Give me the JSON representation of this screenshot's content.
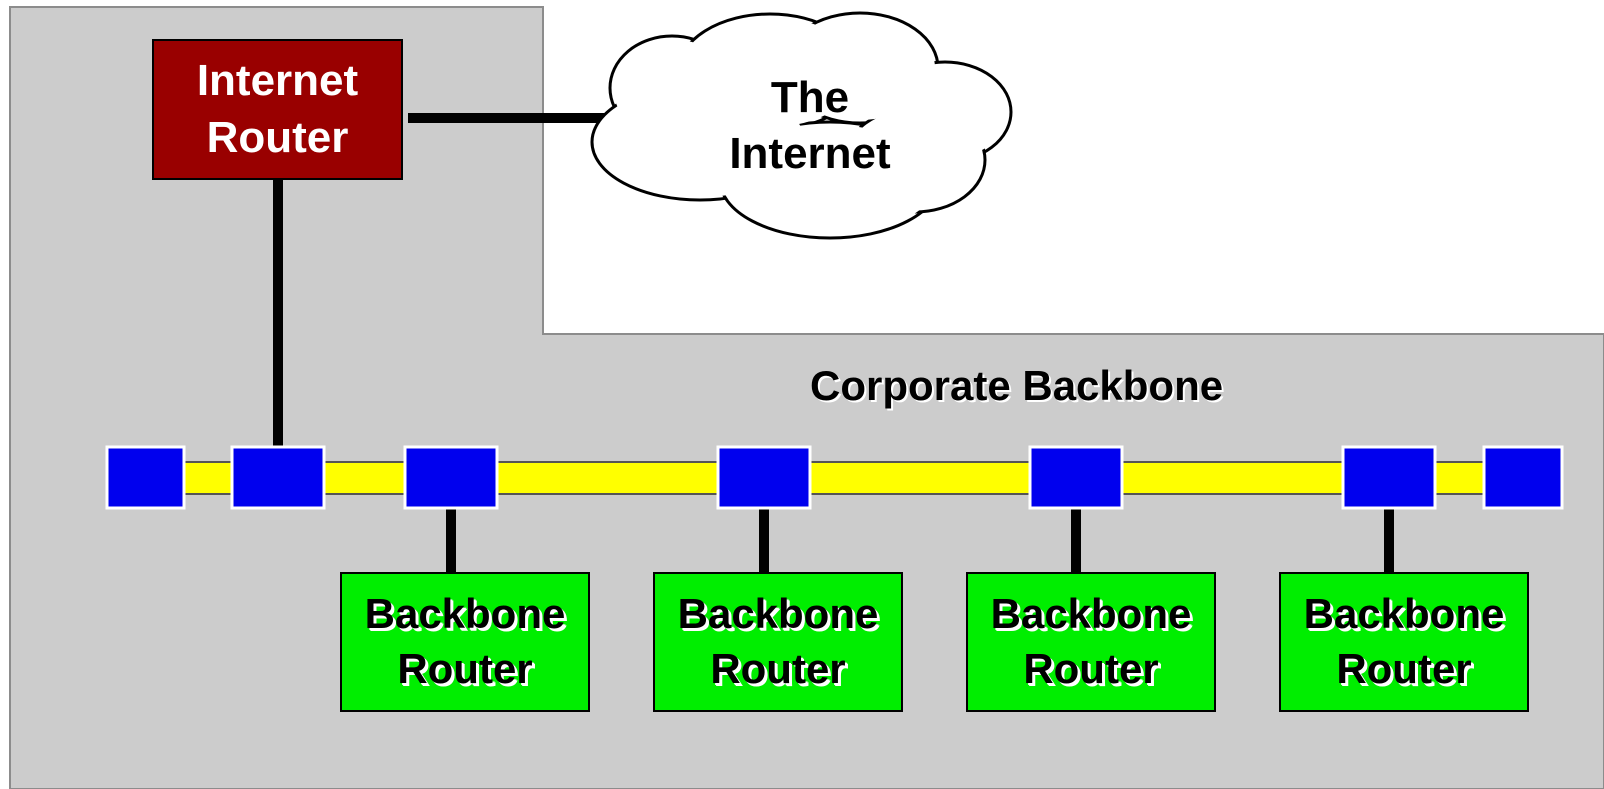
{
  "diagram": {
    "internet_router": {
      "label_line1": "Internet",
      "label_line2": "Router"
    },
    "internet_cloud": {
      "label_line1": "The",
      "label_line2": "Internet"
    },
    "backbone": {
      "title": "Corporate Backbone"
    },
    "backbone_routers": [
      {
        "line1": "Backbone",
        "line2": "Router"
      },
      {
        "line1": "Backbone",
        "line2": "Router"
      },
      {
        "line1": "Backbone",
        "line2": "Router"
      },
      {
        "line1": "Backbone",
        "line2": "Router"
      }
    ],
    "colors": {
      "corporate_area": "#cccccc",
      "internet_router": "#990000",
      "backbone_router": "#00ee00",
      "backbone_bus": "#ffff00",
      "transceiver": "#0000ee",
      "link": "#000000",
      "cloud_fill": "#ffffff"
    }
  }
}
